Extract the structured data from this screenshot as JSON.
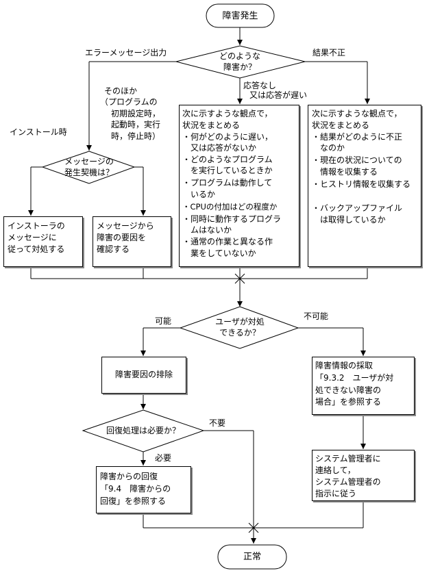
{
  "start": "障害発生",
  "end": "正常",
  "decision1": {
    "line1": "どのような",
    "line2": "障害か？"
  },
  "labels": {
    "error_message_output": "エラーメッセージ出力",
    "result_incorrect": "結果不正",
    "no_response_1": "応答なし",
    "no_response_2": "又は応答が遅い",
    "other_1": "そのほか",
    "other_2": "（プログラムの",
    "other_3": "初期設定時，",
    "other_4": "起動時，実行",
    "other_5": "時，停止時）",
    "install_time": "インストール時",
    "possible": "可能",
    "impossible": "不可能",
    "required": "必要",
    "not_required": "不要"
  },
  "decision2": {
    "line1": "メッセージの",
    "line2": "発生契機は？"
  },
  "box_installer": [
    "インストーラの",
    "メッセージに",
    "従って対処する"
  ],
  "box_message_cause": [
    "メッセージから",
    "障害の要因を",
    "確認する"
  ],
  "box_response": {
    "heading": [
      "次に示すような観点で，",
      "状況をまとめる"
    ],
    "bullets": [
      [
        "・何がどのように遅い，",
        "　又は応答がないか"
      ],
      [
        "・どのようなプログラム",
        "　を実行しているときか"
      ],
      [
        "・プログラムは動作して",
        "　いるか"
      ],
      [
        "・CPUの付加はどの程度か"
      ],
      [
        "・同時に動作するプログラ",
        "　ムはないか"
      ],
      [
        "・通常の作業と異なる作",
        "　業をしていないか"
      ]
    ]
  },
  "box_result": {
    "heading": [
      "次に示すような観点で，",
      "状況をまとめる"
    ],
    "bullets": [
      [
        "・結果がどのように不正",
        "　なのか"
      ],
      [
        "・現在の状況についての",
        "　情報を収集する"
      ],
      [
        "・ヒストリ情報を収集する"
      ],
      [
        "・バックアップファイル",
        "　は取得しているか"
      ]
    ]
  },
  "decision3": {
    "line1": "ユーザが対処",
    "line2": "できるか？"
  },
  "box_eliminate": "障害要因の排除",
  "box_collect": [
    "障害情報の採取",
    "「9.3.2　ユーザが対",
    "処できない障害の",
    "場合」を参照する"
  ],
  "decision4": "回復処理は必要か？",
  "box_recovery": [
    "障害からの回復",
    "「9.4　障害からの",
    "回復」を参照する"
  ],
  "box_contact": [
    "システム管理者に",
    "連絡して，",
    "システム管理者の",
    "指示に従う"
  ]
}
